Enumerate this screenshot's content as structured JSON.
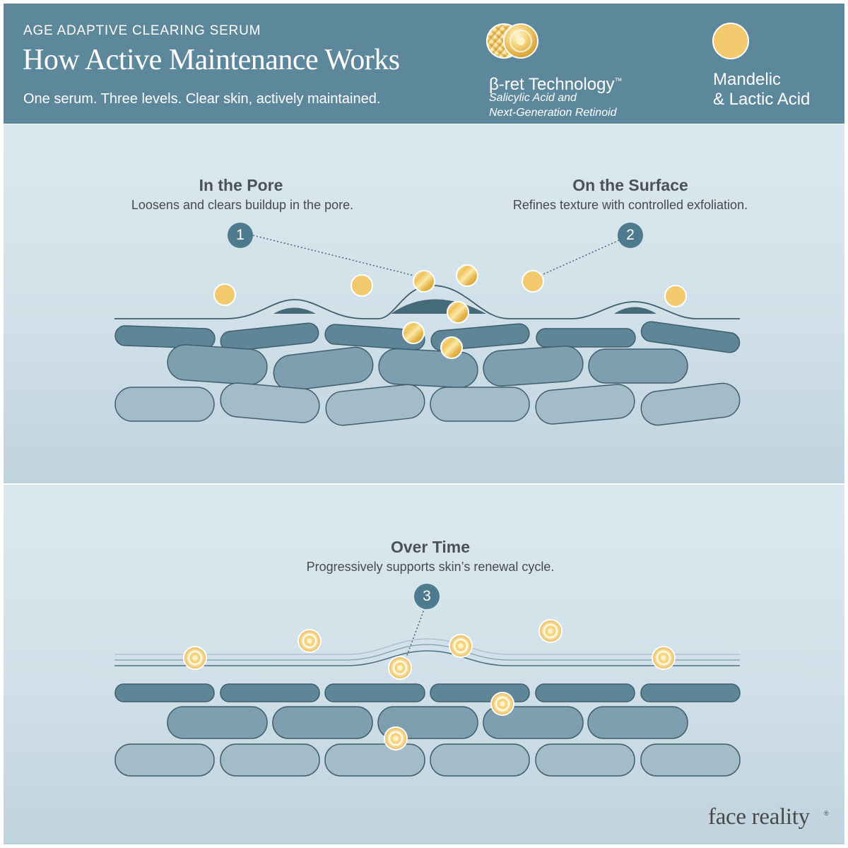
{
  "header": {
    "eyebrow": "AGE ADAPTIVE CLEARING SERUM",
    "title": "How Active Maintenance Works",
    "subtitle": "One serum. Three levels. Clear skin, actively maintained."
  },
  "legend": {
    "bret": {
      "title": "β-ret Technology",
      "trademark": "™",
      "line1": "Salicylic Acid and",
      "line2": "Next-Generation Retinoid",
      "icon": "double-gold-molecule-icon"
    },
    "mandelic": {
      "line1": "Mandelic",
      "line2": "& Lactic Acid",
      "icon": "gold-circle-icon"
    }
  },
  "sections": {
    "pore": {
      "number": "1",
      "title": "In the Pore",
      "description": "Loosens and clears buildup in the pore."
    },
    "surface": {
      "number": "2",
      "title": "On the Surface",
      "description": "Refines texture with controlled exfoliation."
    },
    "time": {
      "number": "3",
      "title": "Over Time",
      "description": "Progressively supports skin’s renewal cycle."
    }
  },
  "brand": {
    "name": "face reality",
    "mark": "®"
  },
  "colors": {
    "header": "#5d889c",
    "badge": "#4e7a8e",
    "cell_top": "#5f8599",
    "cell_middle": "#7e9fb0",
    "cell_bottom": "#a3bcc8",
    "gold": "#f3c96d",
    "pore_plug": "#456b7b"
  }
}
